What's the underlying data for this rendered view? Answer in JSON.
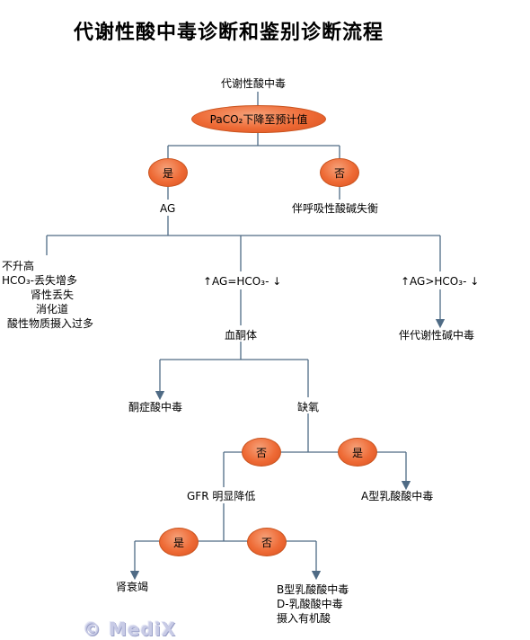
{
  "title": "代谢性酸中毒诊断和鉴别诊断流程",
  "nodes": {
    "root": "代谢性酸中毒",
    "paco2": "PaCO₂下降至预计值",
    "yes1": "是",
    "no1": "否",
    "ag": "AG",
    "resp_alk": "伴呼吸性酸碱失衡",
    "not_raised": [
      "不升高",
      "HCO₃-丢失增多",
      "肾性丢失",
      "消化道",
      "酸性物质摄入过多"
    ],
    "ag_eq": "↑AG=HCO₃- ↓",
    "ag_gt": "↑AG>HCO₃- ↓",
    "met_alk": "伴代谢性碱中毒",
    "ketone": "血酮体",
    "ketoacidosis": "酮症酸中毒",
    "hypoxia": "缺氧",
    "no2": "否",
    "yes2": "是",
    "lactic_a": "A型乳酸酸中毒",
    "gfr": "GFR 明显降低",
    "yes3": "是",
    "no3": "否",
    "renal_failure": "肾衰竭",
    "other": [
      "B型乳酸酸中毒",
      "D-乳酸酸中毒",
      "摄入有机酸"
    ]
  },
  "colors": {
    "line": "#4f6b85",
    "oval": "#ee6a35"
  },
  "watermark": "© MediX"
}
